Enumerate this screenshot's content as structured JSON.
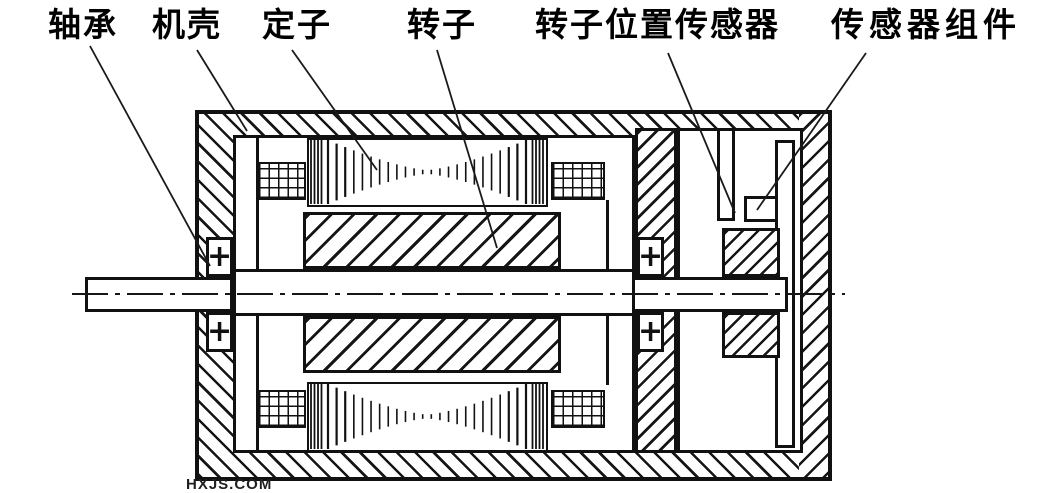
{
  "figure": {
    "type": "motor-cross-section-diagram",
    "subject_labels": {
      "bearing": "轴承",
      "housing": "机壳",
      "stator": "定子",
      "rotor": "转子",
      "rotor_position_sensor": "转子位置传感器",
      "sensor_assembly": "传感器组件"
    },
    "bearing_cross_mark": "+",
    "watermark": "HXJS.COM",
    "colors": {
      "line": "#1a1a1a",
      "background": "#ffffff"
    }
  }
}
